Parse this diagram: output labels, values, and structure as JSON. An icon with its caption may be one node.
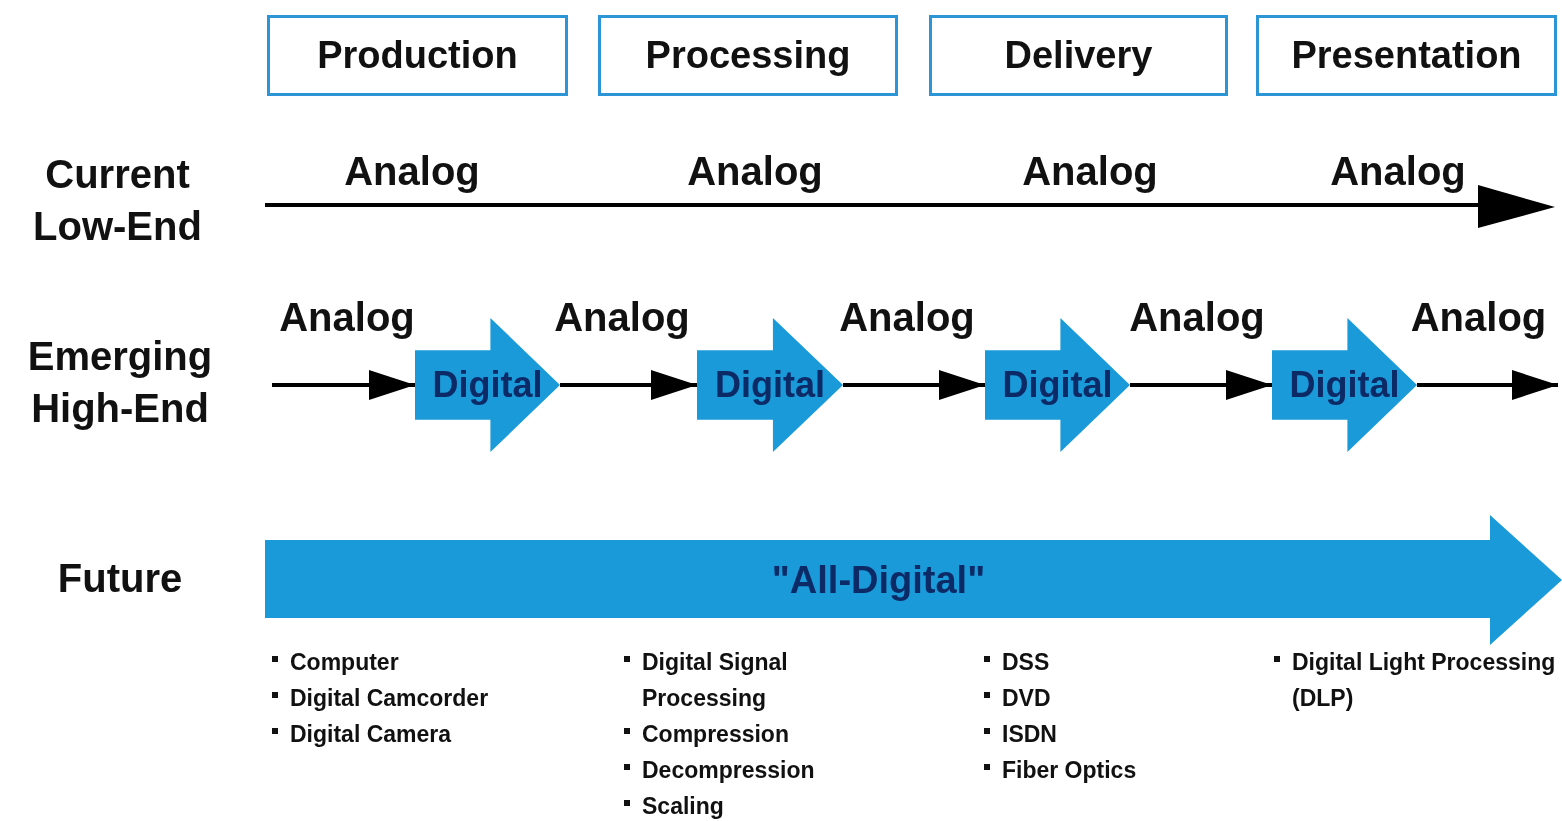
{
  "diagram": {
    "nodes": [
      {
        "text": [
          "Production"
        ]
      },
      {
        "text": [
          "Processing"
        ]
      },
      {
        "text": [
          "Delivery"
        ]
      },
      {
        "text": [
          "Presentation"
        ]
      },
      {
        "text": [
          "Digital"
        ]
      },
      {
        "text": [
          "Digital"
        ]
      },
      {
        "text": [
          "Digital"
        ]
      },
      {
        "text": [
          "Digital"
        ]
      },
      {
        "text": [
          "\"All-Digital\""
        ]
      }
    ],
    "edges": [
      {
        "from": null,
        "to": 4,
        "arrow": "to"
      },
      {
        "from": 4,
        "to": 5,
        "arrow": "to"
      },
      {
        "from": 5,
        "to": 6,
        "arrow": "to"
      },
      {
        "from": 6,
        "to": 7,
        "arrow": "to"
      },
      {
        "from": 7,
        "to": null,
        "arrow": "to"
      }
    ],
    "labels": [
      "Current Low-End",
      "Analog",
      "Analog",
      "Analog",
      "Analog",
      "Emerging High-End",
      "Analog",
      "Analog",
      "Analog",
      "Analog",
      "Analog",
      "Future",
      "Computer",
      "Digital Camcorder",
      "Digital Camera",
      "Digital Signal Processing",
      "Compression",
      "Decompression",
      "Scaling",
      "DSS",
      "DVD",
      "ISDN",
      "Fiber Optics",
      "Digital Light Processing (DLP)"
    ]
  }
}
